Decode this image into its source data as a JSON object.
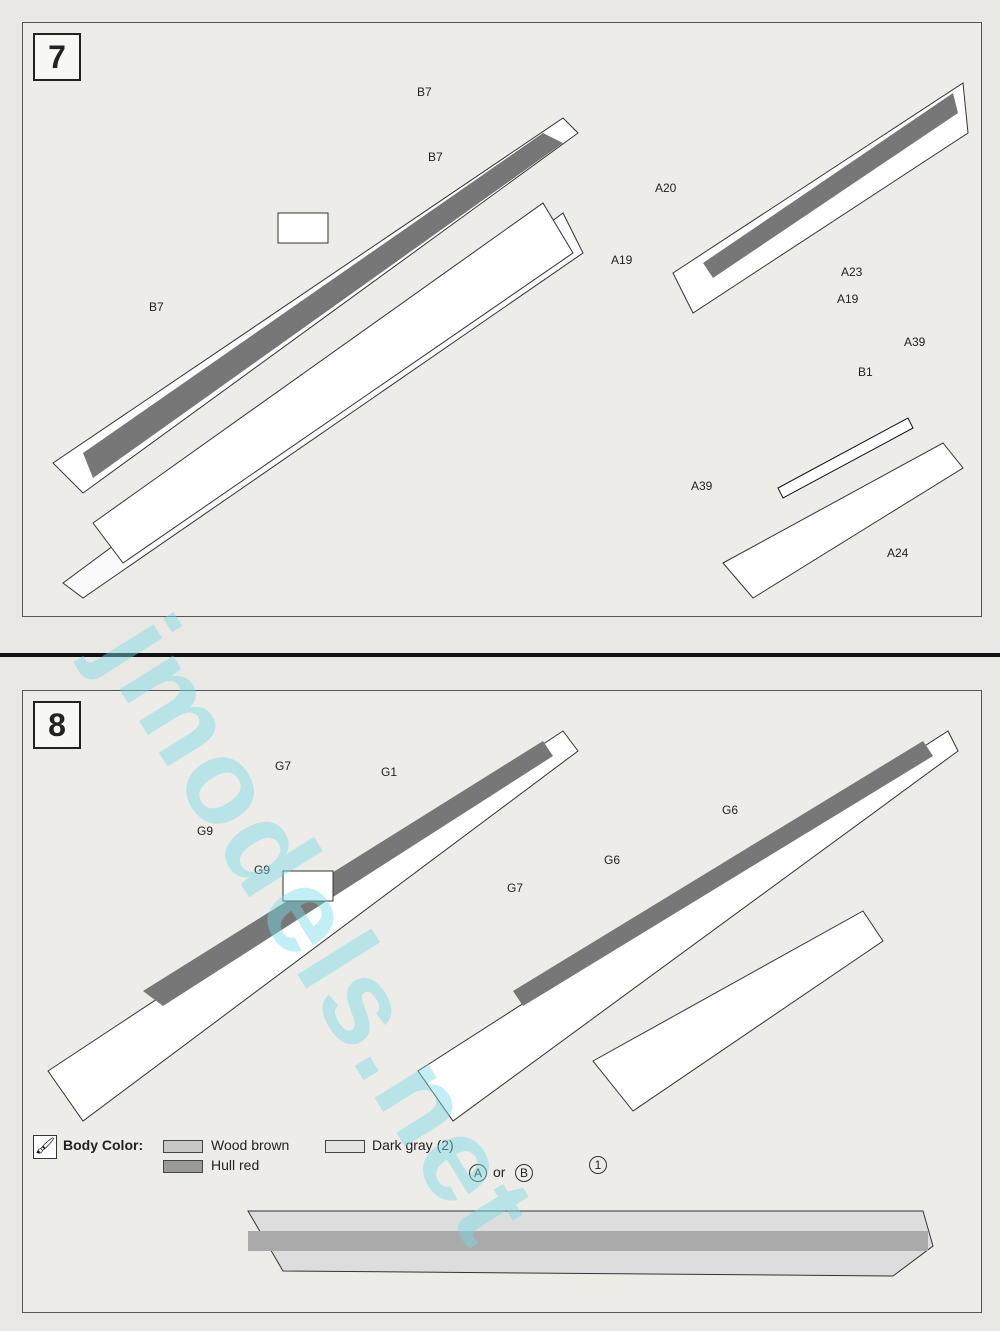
{
  "steps": [
    {
      "number": "7"
    },
    {
      "number": "8"
    }
  ],
  "step7_labels": [
    "B7",
    "B7",
    "B7",
    "A20",
    "A19",
    "A23",
    "A19",
    "A39",
    "B1",
    "A39",
    "A24"
  ],
  "step8_labels": [
    "G7",
    "G1",
    "G9",
    "G9",
    "G7",
    "G6",
    "G6"
  ],
  "legend": {
    "title": "Body Color:",
    "items": [
      {
        "label": "Wood brown",
        "color": "#c8c8c6"
      },
      {
        "label": "Hull red",
        "color": "#9a9a98"
      },
      {
        "label": "Dark gray (2)",
        "color": "#e4e4e2"
      }
    ]
  },
  "profile": {
    "option_a": "A",
    "or": "or",
    "option_b": "B",
    "marker": "1"
  },
  "watermark": "jmodels.net"
}
